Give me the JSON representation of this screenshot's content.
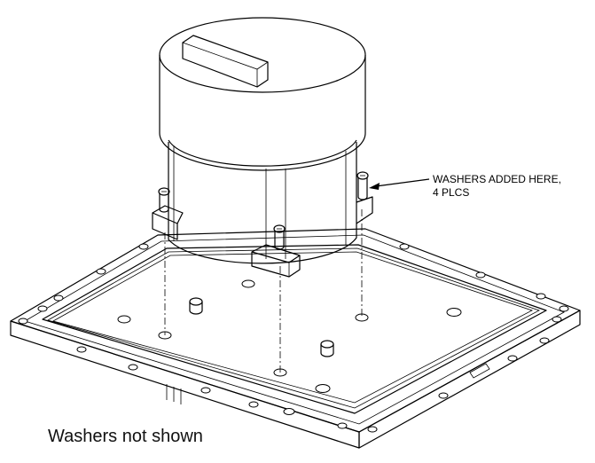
{
  "annotation": {
    "line1": "WASHERS ADDED HERE,",
    "line2": "4 PLCS"
  },
  "caption": "Washers not shown"
}
